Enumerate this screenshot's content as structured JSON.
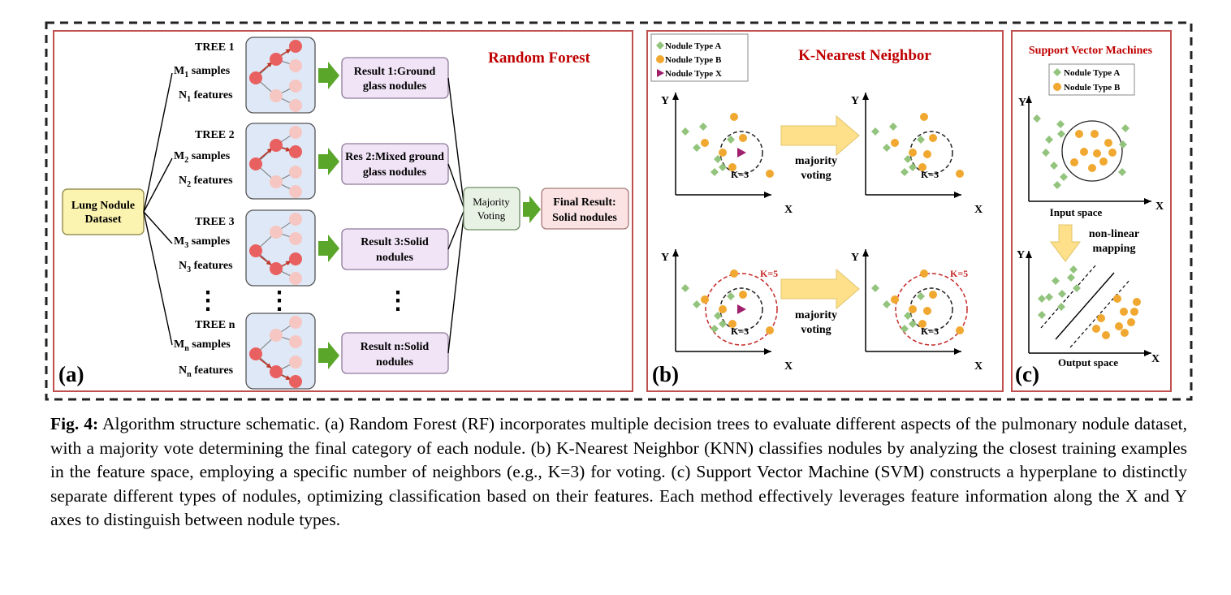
{
  "figure": {
    "panel_a": {
      "tag": "(a)",
      "title": "Random Forest",
      "dataset_label": [
        "Lung Nodule",
        "Dataset"
      ],
      "trees": [
        {
          "name": "TREE 1",
          "m_sub": "1",
          "n_sub": "1",
          "result": [
            "Result 1:Ground",
            "glass nodules"
          ]
        },
        {
          "name": "TREE 2",
          "m_sub": "2",
          "n_sub": "2",
          "result": [
            "Res 2:Mixed ground",
            "glass nodules"
          ]
        },
        {
          "name": "TREE 3",
          "m_sub": "3",
          "n_sub": "3",
          "result": [
            "Result 3:Solid",
            "nodules"
          ]
        },
        {
          "name": "TREE n",
          "m_sub": "n",
          "n_sub": "n",
          "result": [
            "Result n:Solid",
            "nodules"
          ]
        }
      ],
      "m_label": "M",
      "n_label": "N",
      "samples_word": " samples",
      "features_word": " features",
      "ellipsis": "⋮",
      "vote_label": [
        "Majority",
        "Voting"
      ],
      "final_label": [
        "Final Result:",
        "Solid nodules"
      ]
    },
    "panel_b": {
      "tag": "(b)",
      "title": "K-Nearest Neighbor",
      "legend": [
        "Nodule Type A",
        "Nodule Type B",
        "Nodule Type X"
      ],
      "axis_x": "X",
      "axis_y": "Y",
      "k3": "K=3",
      "k5": "K=5",
      "vote_label": [
        "majority",
        "voting"
      ]
    },
    "panel_c": {
      "tag": "(c)",
      "title": "Support Vector Machines",
      "legend": [
        "Nodule Type A",
        "Nodule Type B"
      ],
      "axis_x": "X",
      "axis_y": "Y",
      "input_space": "Input space",
      "output_space": "Output space",
      "mapping_label": [
        "non-linear",
        "mapping"
      ]
    },
    "colors": {
      "panel_border": "#c0504d",
      "title_red": "#c00000",
      "type_a": "#93c47d",
      "type_b": "#f0a830",
      "type_x": "#a0206e",
      "green_arrow": "#5aa62a",
      "yellow_arrow": "#ffe08a"
    }
  },
  "caption": {
    "label": "Fig. 4:",
    "text": " Algorithm structure schematic. (a) Random Forest (RF) incorporates multiple decision trees to evaluate different aspects of the pulmonary nodule dataset, with a majority vote determining the final category of each nodule. (b) K-Nearest Neighbor (KNN) classifies nodules by analyzing the closest training examples in the feature space, employing a specific number of neighbors (e.g., K=3) for voting.  (c) Support Vector Machine (SVM) constructs a hyperplane to distinctly separate different types of nodules, optimizing classification based on their features. Each method effectively leverages feature information along the X and Y axes to distinguish between nodule types."
  }
}
